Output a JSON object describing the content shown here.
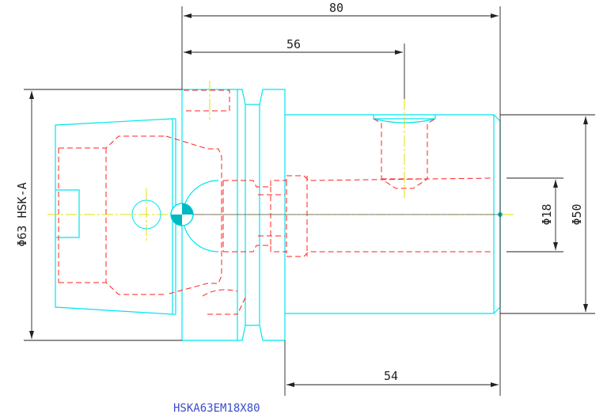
{
  "dimensions": {
    "overall_length": "80",
    "inner_length": "56",
    "shank_length": "54",
    "flange_diameter": "Φ63 HSK-A",
    "bore_diameter": "Φ18",
    "body_diameter": "Φ50"
  },
  "part_label": "HSKA63EM18X80",
  "colors": {
    "outline": "#00e5ee",
    "hidden": "#ff2020",
    "center": "#e0e000",
    "dimension": "#222222",
    "label": "#3a4bd0"
  }
}
